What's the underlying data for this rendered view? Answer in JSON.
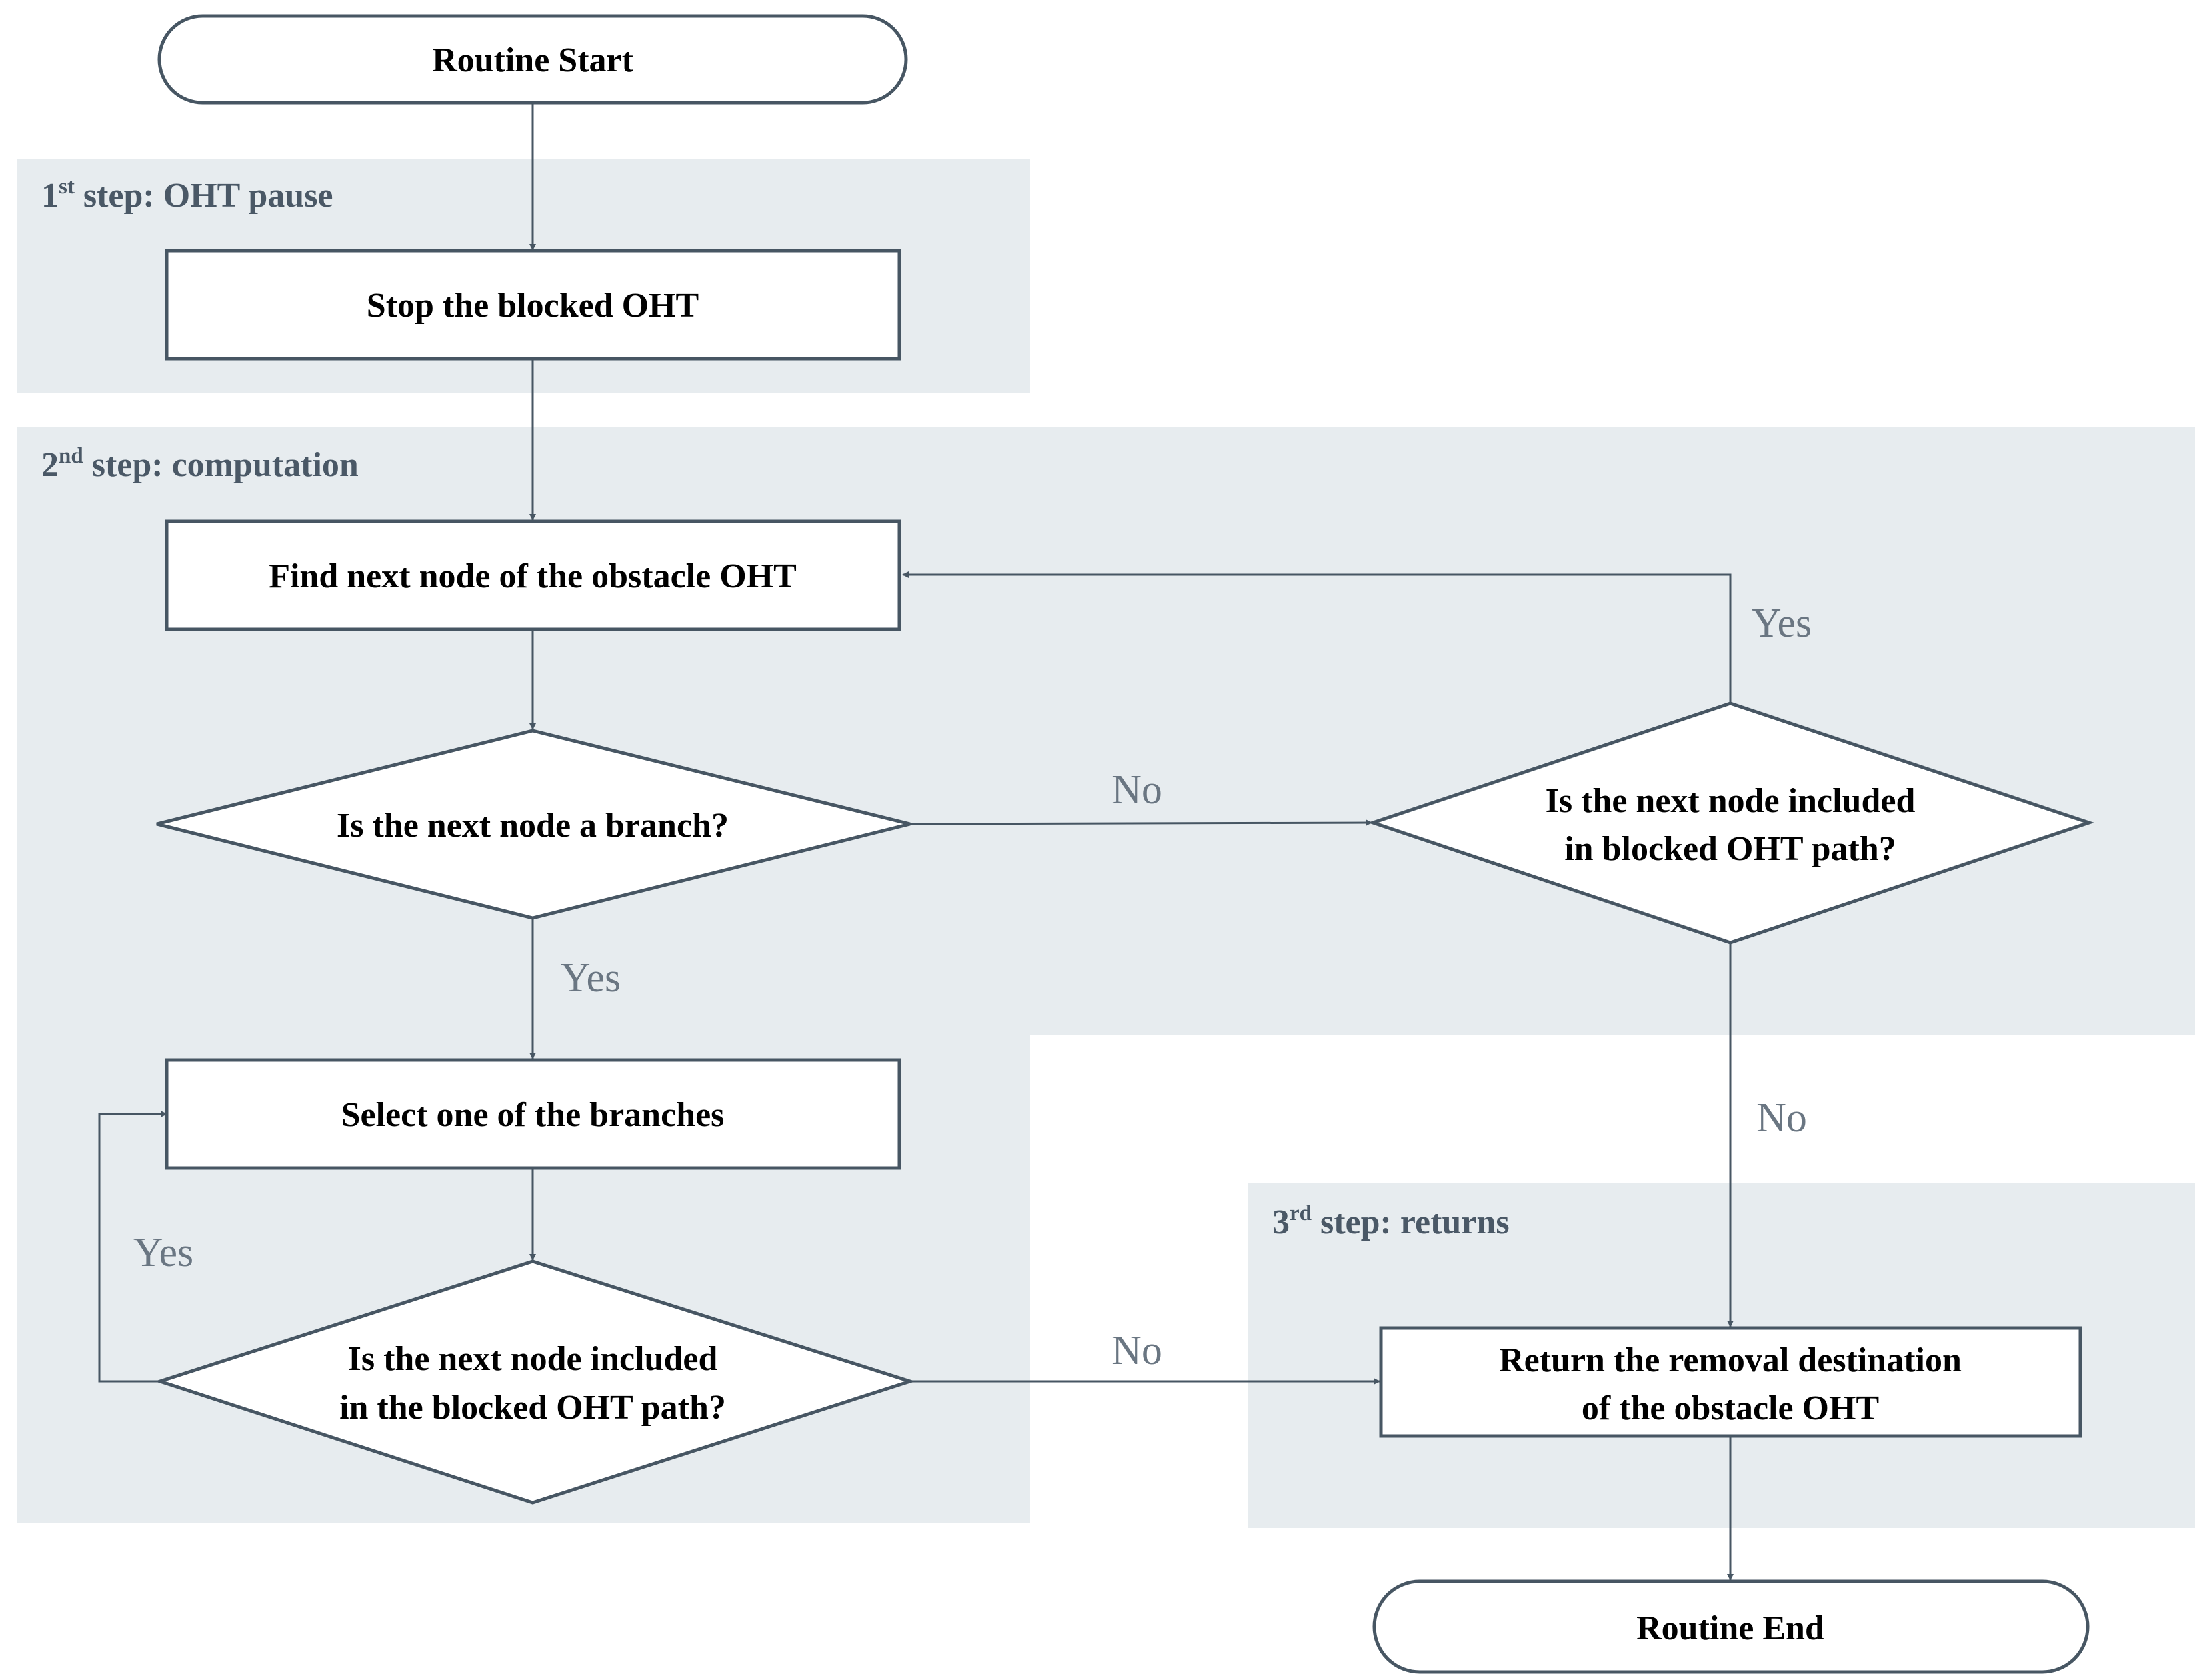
{
  "regions": {
    "step1": {
      "num": "1",
      "sup": "st",
      "rest": " step: OHT pause"
    },
    "step2": {
      "num": "2",
      "sup": "nd",
      "rest": " step: computation"
    },
    "step3": {
      "num": "3",
      "sup": "rd",
      "rest": " step: returns"
    }
  },
  "nodes": {
    "start": "Routine Start",
    "stop": "Stop the blocked OHT",
    "find": "Find next node of the obstacle OHT",
    "branch_q": "Is the next node a branch?",
    "included_q_line1": "Is the next node included",
    "included_q_line2": "in blocked OHT path?",
    "select": "Select one of the branches",
    "included_blocked_q_line1": "Is the next node included",
    "included_blocked_q_line2": "in the blocked OHT path?",
    "return_line1": "Return the removal destination",
    "return_line2": "of the obstacle OHT",
    "end": "Routine End"
  },
  "edge_labels": {
    "branch_no": "No",
    "branch_yes": "Yes",
    "included_yes": "Yes",
    "included_no": "No",
    "blocked_yes": "Yes",
    "blocked_no": "No"
  },
  "colors": {
    "region_fill": "#e7ecef",
    "stroke": "#475663",
    "label_text": "#4a5866",
    "edge_label_text": "#6a7682"
  }
}
